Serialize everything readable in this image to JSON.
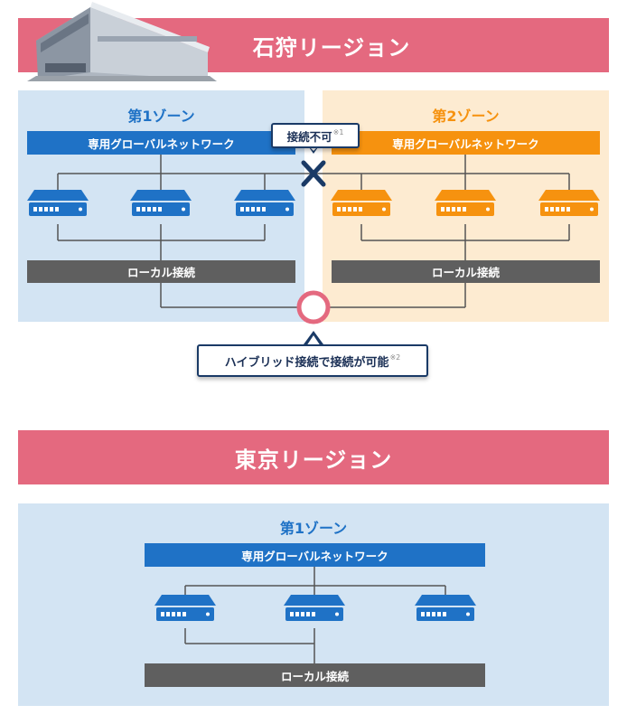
{
  "regions": {
    "ishikari": {
      "title": "石狩リージョン",
      "zone1": {
        "title": "第1ゾーン",
        "network": "専用グローバルネットワーク",
        "local": "ローカル接続"
      },
      "zone2": {
        "title": "第2ゾーン",
        "network": "専用グローバルネットワーク",
        "local": "ローカル接続"
      },
      "no_connect": {
        "text": "接続不可",
        "note": "※1"
      },
      "hybrid": {
        "text": "ハイブリッド接続で接続が可能",
        "note": "※2"
      }
    },
    "tokyo": {
      "title": "東京リージョン",
      "zone1": {
        "title": "第1ゾーン",
        "network": "専用グローバルネットワーク",
        "local": "ローカル接続"
      }
    }
  },
  "colors": {
    "region_bar": "#e4697f",
    "zone1_bg": "#d3e4f3",
    "zone2_bg": "#fdebd1",
    "blue": "#1f72c6",
    "orange": "#f6920f",
    "gray": "#5f5f5f",
    "navy": "#1a3a66"
  },
  "icons": [
    "building-icon",
    "server-icon",
    "cross-icon",
    "circle-connector-icon"
  ]
}
